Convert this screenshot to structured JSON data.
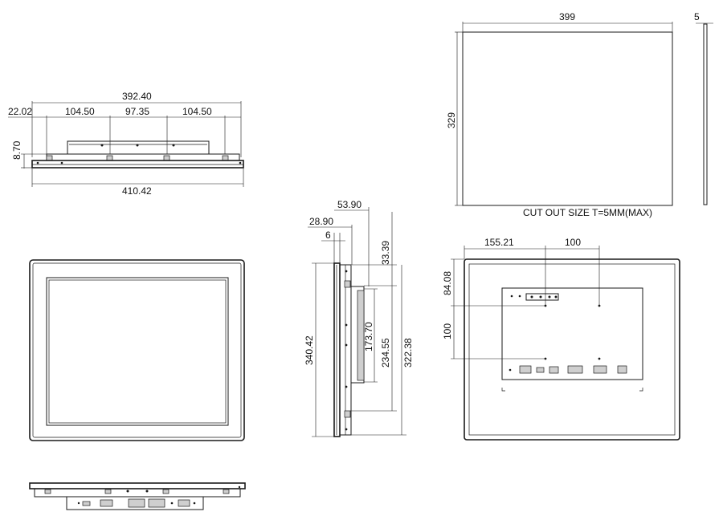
{
  "top_view": {
    "overall_bracket": "392.40",
    "left_offset": "22.02",
    "seg_1": "104.50",
    "seg_2": "97.35",
    "seg_3": "104.50",
    "height": "8.70",
    "overall_width": "410.42"
  },
  "cutout": {
    "width": "399",
    "height": "329",
    "thickness": "5",
    "note": "CUT OUT SIZE T=5MM(MAX)"
  },
  "side_view": {
    "depth_total": "53.90",
    "depth_mid": "28.90",
    "bezel_depth": "6",
    "top_offset": "33.39",
    "mount_span": "173.70",
    "bracket_height": "234.55",
    "height_inner": "322.38",
    "height_overall": "340.42"
  },
  "rear_view": {
    "horizontal_offset": "155.21",
    "hole_spacing_x": "100",
    "vertical_offset": "84.08",
    "hole_spacing_y": "100"
  }
}
